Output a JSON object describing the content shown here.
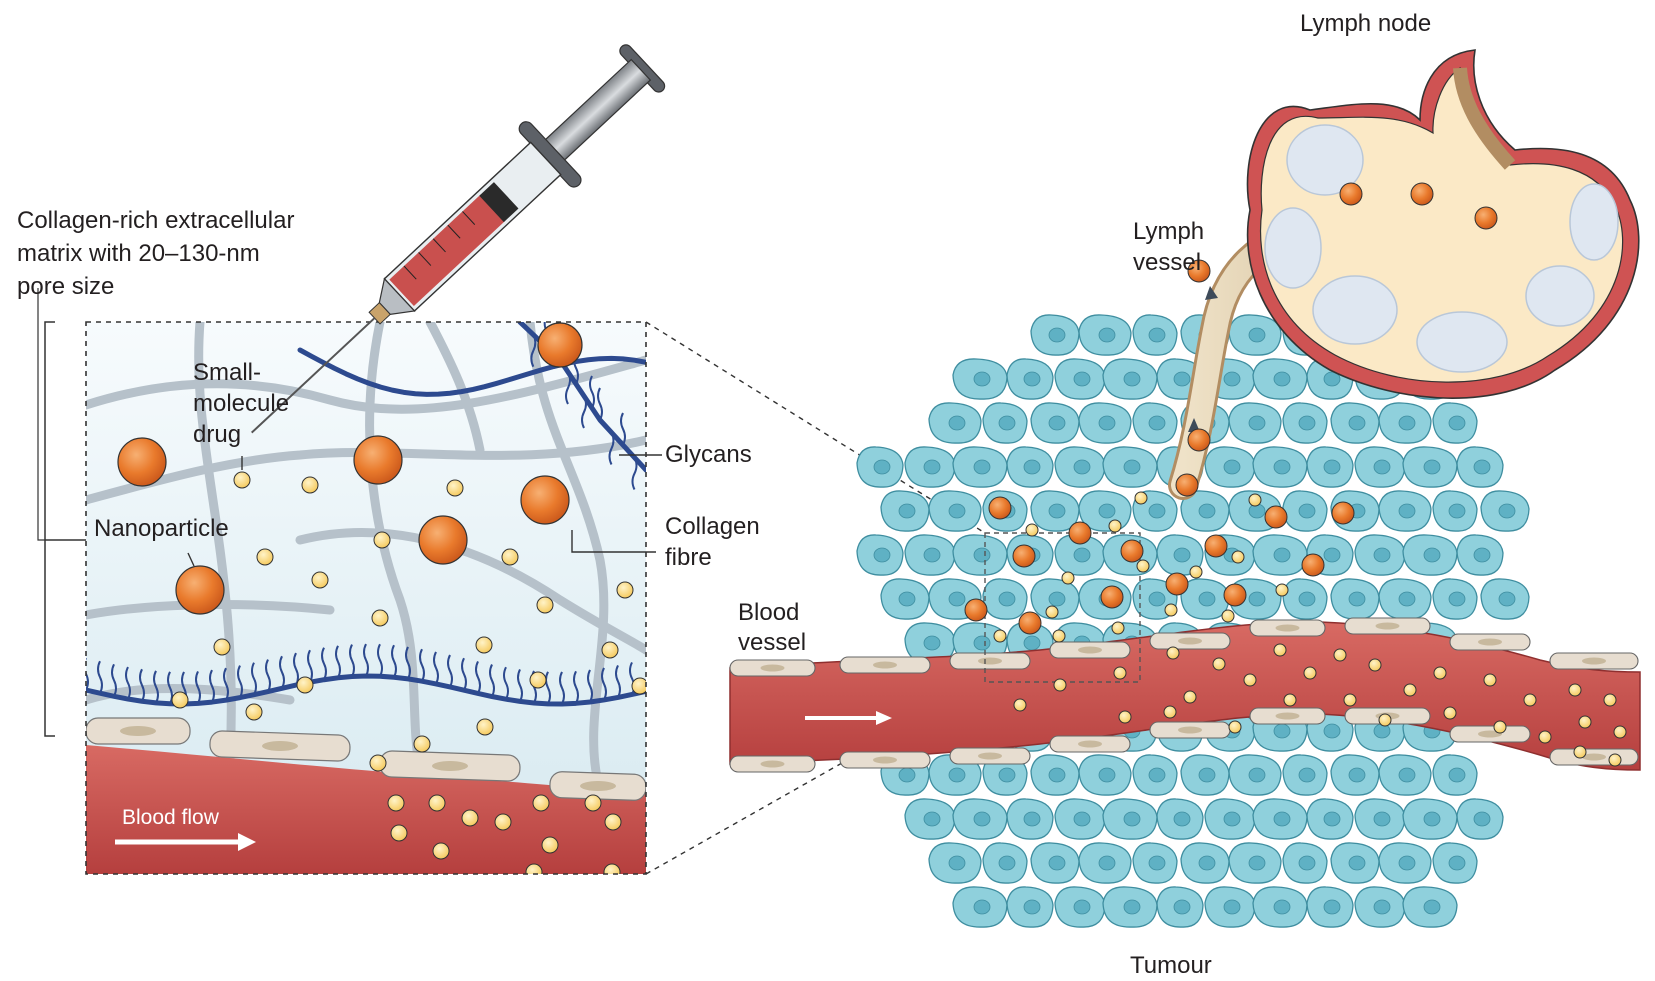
{
  "labels": {
    "ecm_line1": "Collagen-rich extracellular",
    "ecm_line2": "matrix with 20–130-nm",
    "ecm_line3": "pore size",
    "small_molecule_line1": "Small-",
    "small_molecule_line2": "molecule",
    "small_molecule_line3": "drug",
    "nanoparticle": "Nanoparticle",
    "glycans": "Glycans",
    "collagen_line1": "Collagen",
    "collagen_line2": "fibre",
    "blood_flow": "Blood flow",
    "blood_vessel_line1": "Blood",
    "blood_vessel_line2": "vessel",
    "lymph_vessel_line1": "Lymph",
    "lymph_vessel_line2": "vessel",
    "lymph_node": "Lymph node",
    "tumour": "Tumour"
  },
  "colors": {
    "nanoparticle": "#e97a2c",
    "small_molecule": "#fbd982",
    "blood": "#c9504e",
    "tumour_cell": "#8fd0dc",
    "glycan": "#2d4a8f",
    "collagen": "#b7c3cc",
    "ecm_background": "#e4f1f6",
    "endothelium": "#e7ddd0",
    "lymph_node": "#fbe9c6"
  },
  "icons": [
    "syringe-icon",
    "lymph-node-icon",
    "tumour-icon",
    "blood-vessel-icon",
    "nanoparticle-icon",
    "small-molecule-icon"
  ]
}
